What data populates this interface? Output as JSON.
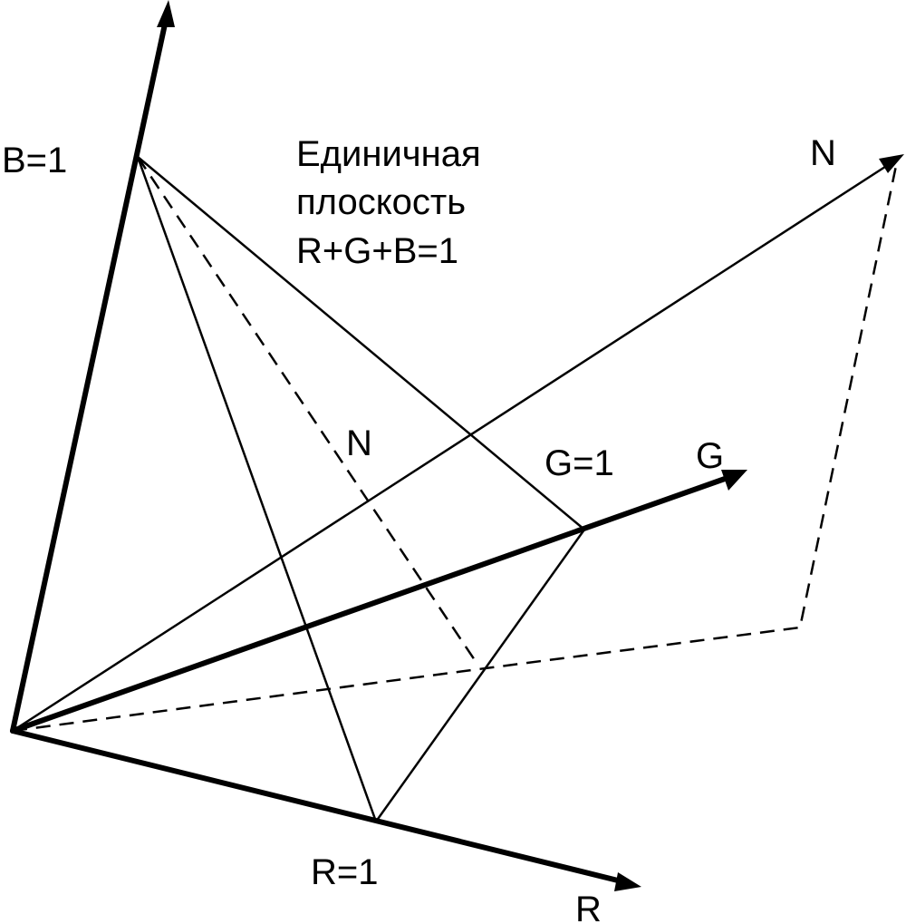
{
  "labels": {
    "b_one": "B=1",
    "g_one": "G=1",
    "r_one": "R=1",
    "g_axis": "G",
    "r_axis": "R",
    "n_top": "N",
    "n_mid": "N"
  },
  "title_lines": [
    "Единичная",
    "плоскость",
    "R+G+B=1"
  ],
  "colors": {
    "ink": "#000000",
    "background": "#ffffff"
  }
}
